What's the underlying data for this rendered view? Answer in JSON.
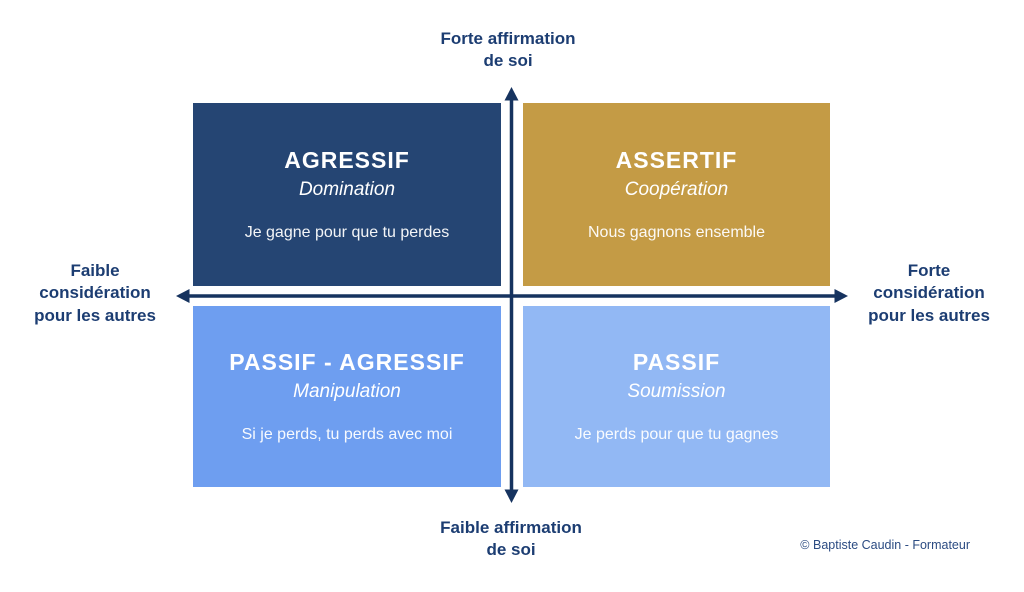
{
  "colors": {
    "background": "#ffffff",
    "axis": "#16335f",
    "label_text": "#1c3d72",
    "copyright_text": "#2b4b82",
    "quadrant_text": "#ffffff",
    "quadrant_tl": "#254573",
    "quadrant_tr": "#c49b45",
    "quadrant_bl": "#6e9ef0",
    "quadrant_br": "#92b8f4"
  },
  "axes": {
    "top": "Forte affirmation\nde soi",
    "bottom": "Faible affirmation\nde soi",
    "left": "Faible\nconsidération\npour les autres",
    "right": "Forte\nconsidération\npour les autres"
  },
  "quadrants": [
    {
      "id": "agressif",
      "position": "top-left",
      "title": "AGRESSIF",
      "subtitle": "Domination",
      "phrase": "Je gagne pour que tu perdes",
      "color": "#254573"
    },
    {
      "id": "assertif",
      "position": "top-right",
      "title": "ASSERTIF",
      "subtitle": "Coopération",
      "phrase": "Nous gagnons ensemble",
      "color": "#c49b45"
    },
    {
      "id": "passif-agressif",
      "position": "bottom-left",
      "title": "PASSIF - AGRESSIF",
      "subtitle": "Manipulation",
      "phrase": "Si je perds, tu perds avec moi",
      "color": "#6e9ef0"
    },
    {
      "id": "passif",
      "position": "bottom-right",
      "title": "PASSIF",
      "subtitle": "Soumission",
      "phrase": "Je perds pour que tu gagnes",
      "color": "#92b8f4"
    }
  ],
  "footer": {
    "copyright": "© Baptiste Caudin - Formateur"
  }
}
